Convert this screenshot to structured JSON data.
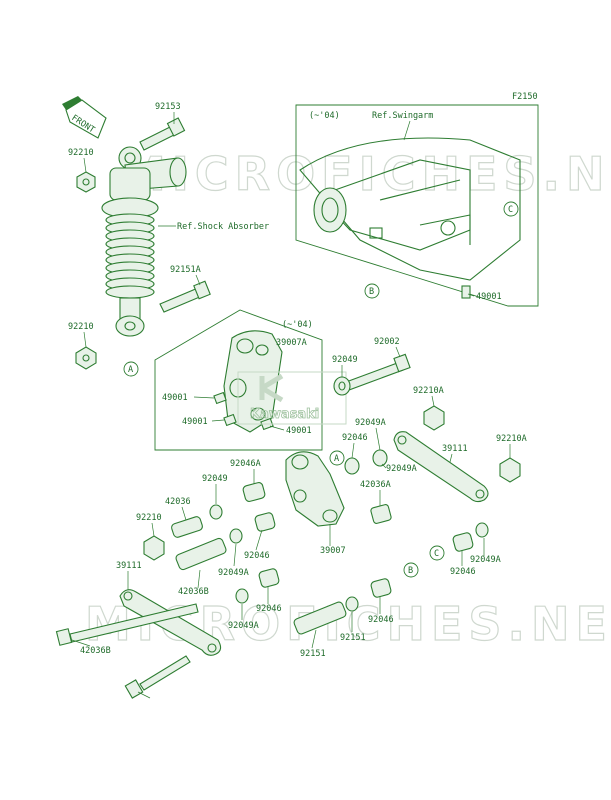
{
  "figure_code": "F2150",
  "front_label": "FRONT",
  "watermark": "MICROFICHES.NET",
  "brand_badge": "Kawasaki",
  "swingarm_box": {
    "range": "(~'04)",
    "ref": "Ref.Swingarm"
  },
  "lever_box": {
    "range": "(~'04)"
  },
  "shock_ref": "Ref.Shock Absorber",
  "callouts": {
    "a": "A",
    "b": "B",
    "c": "C"
  },
  "part_labels": [
    {
      "id": "l1",
      "text": "92153"
    },
    {
      "id": "l2",
      "text": "92210"
    },
    {
      "id": "l3",
      "text": "92151A"
    },
    {
      "id": "l4",
      "text": "92210"
    },
    {
      "id": "l5",
      "text": "49001"
    },
    {
      "id": "l6",
      "text": "39007A"
    },
    {
      "id": "l7",
      "text": "92002"
    },
    {
      "id": "l8",
      "text": "92049"
    },
    {
      "id": "l9",
      "text": "49001"
    },
    {
      "id": "l10",
      "text": "49001"
    },
    {
      "id": "l11",
      "text": "49001"
    },
    {
      "id": "l12",
      "text": "92210A"
    },
    {
      "id": "l13",
      "text": "92049A"
    },
    {
      "id": "l14",
      "text": "92046"
    },
    {
      "id": "l15",
      "text": "39111"
    },
    {
      "id": "l16",
      "text": "92210A"
    },
    {
      "id": "l17",
      "text": "92046A"
    },
    {
      "id": "l18",
      "text": "92049A"
    },
    {
      "id": "l19",
      "text": "92049"
    },
    {
      "id": "l20",
      "text": "42036A"
    },
    {
      "id": "l21",
      "text": "42036"
    },
    {
      "id": "l22",
      "text": "92210"
    },
    {
      "id": "l23",
      "text": "92046"
    },
    {
      "id": "l24",
      "text": "39007"
    },
    {
      "id": "l25",
      "text": "92049A"
    },
    {
      "id": "l26",
      "text": "92046"
    },
    {
      "id": "l27",
      "text": "39111"
    },
    {
      "id": "l28",
      "text": "42036B"
    },
    {
      "id": "l29",
      "text": "92049A"
    },
    {
      "id": "l30",
      "text": "92046"
    },
    {
      "id": "l31",
      "text": "92049A"
    },
    {
      "id": "l32",
      "text": "92046"
    },
    {
      "id": "l33",
      "text": "92151"
    },
    {
      "id": "l34",
      "text": "42036B"
    },
    {
      "id": "l35",
      "text": "92151"
    }
  ]
}
